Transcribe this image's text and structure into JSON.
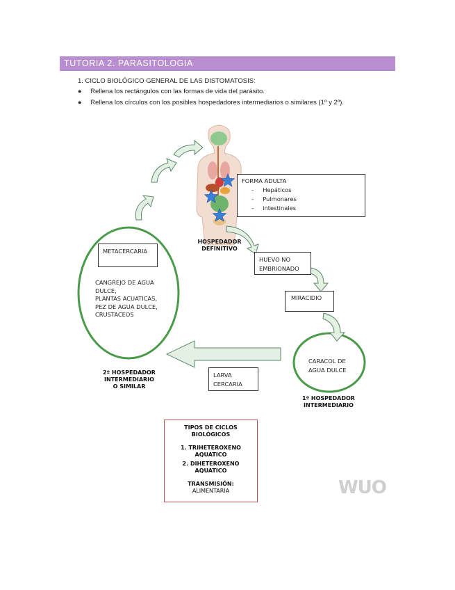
{
  "header": {
    "title": "TUTORIA 2. PARASITOLOGIA"
  },
  "instructions": {
    "item1": "1.   CICLO BIOLÓGICO GENERAL DE LAS DISTOMATOSIS:",
    "bullet1": "Rellena los rectángulos con las formas de vida del parásito.",
    "bullet2": "Rellena los círculos con los posibles hospedadores intermediarios o similares (1º y 2º)."
  },
  "diagram": {
    "adult_box": {
      "title": "FORMA ADULTA",
      "items": [
        "Hepáticos",
        "Pulmonares",
        "intestinales"
      ]
    },
    "definitive_host_label": [
      "HOSPEDADOR",
      "DEFINITIVO"
    ],
    "egg_box": [
      "HUEVO NO",
      "EMBRIONADO"
    ],
    "miracidium_box": "MIRACIDIO",
    "snail_circle": [
      "CARACOL DE",
      "AGUA DULCE"
    ],
    "first_host_label": [
      "1º HOSPEDADOR",
      "INTERMEDIARIO"
    ],
    "cercaria_box": [
      "LARVA",
      "CERCARIA"
    ],
    "metacercaria_box": "METACERCARIA",
    "second_host_circle": [
      "CANGREJO DE AGUA",
      "DULCE,",
      "PLANTAS ACUATICAS,",
      "PEZ DE AGUA DULCE,",
      "CRUSTACEOS"
    ],
    "second_host_label": [
      "2º HOSPEDADOR",
      "INTERMEDIARIO",
      "O SIMILAR"
    ],
    "colors": {
      "circle_stroke": "#4a9a4a",
      "arrow_fill": "#e3f0e3",
      "arrow_stroke": "#5a8a6a",
      "star": "#3a7fd8"
    }
  },
  "cycle_types": {
    "title": [
      "TIPOS DE CICLOS",
      "BIOLÓGICOS"
    ],
    "item1": [
      "1.   TRIHETEROXENO",
      "AQUATICO"
    ],
    "item2": [
      "2.   DIHETEROXENO",
      "AQUATICO"
    ],
    "transmission_label": "TRANSMISIÓN:",
    "transmission_value": "ALIMENTARIA"
  },
  "watermark": "WUO"
}
